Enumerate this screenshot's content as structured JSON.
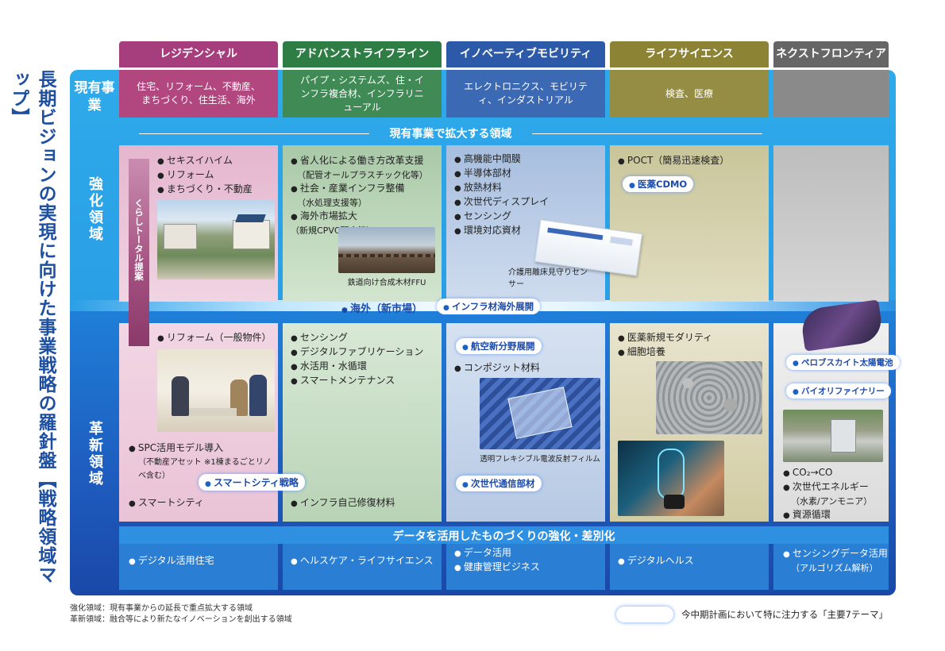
{
  "title": "長期ビジョンの実現に向けた事業戦略の羅針盤【戦略領域マップ】",
  "columns": [
    {
      "label": "レジデンシャル",
      "color": "#a63d7d"
    },
    {
      "label": "アドバンストライフライン",
      "color": "#2e7d45"
    },
    {
      "label": "イノベーティブモビリティ",
      "color": "#2d5aa8"
    },
    {
      "label": "ライフサイエンス",
      "color": "#8c8434"
    },
    {
      "label": "ネクストフロンティア",
      "color": "#666666"
    }
  ],
  "rows": {
    "current": "現有事業",
    "strengthen": "強化領域",
    "innovation": "革新領域"
  },
  "current": {
    "residential": "住宅、リフォーム、不動産、まちづくり、住生活、海外",
    "lifeline": "パイプ・システムズ、住・インフラ複合材、インフラリニューアル",
    "mobility": "エレクトロニクス、モビリティ、インダストリアル",
    "lifescience": "検査、医療",
    "banner": "現有事業で拡大する領域"
  },
  "strengthen": {
    "residential": [
      "セキスイハイム",
      "リフォーム",
      "まちづくり・不動産"
    ],
    "lifeline": [
      {
        "main": "省人化による働き方改革支援",
        "sub": "（配管オールプラスチック化等）"
      },
      {
        "main": "社会・産業インフラ整備",
        "sub": "（水処理支援等）"
      },
      {
        "main": "海外市場拡大",
        "sub": "（新規CPVC配合等）"
      }
    ],
    "lifeline_caption": "鉄道向け合成木材FFU",
    "mobility": [
      "高機能中間膜",
      "半導体部材",
      "放熱材料",
      "次世代ディスプレイ",
      "センシング",
      "環境対応資材"
    ],
    "mobility_caption": "介護用離床見守りセンサー",
    "lifescience": "POCT（簡易迅速検査）",
    "lifescience_pill": "医薬CDMO",
    "vertical_label": "くらしトータル提案"
  },
  "overseas": {
    "label": "海外（新市場）",
    "pill": "インフラ材海外展開"
  },
  "innovation": {
    "residential": "リフォーム（一般物件）",
    "residential_spc": "SPC活用モデル導入",
    "residential_spc_sub": "（不動産アセット ※1棟まるごとリノベ含む）",
    "residential_pill": "スマートシティ戦略",
    "residential_bottom": "スマートシティ",
    "lifeline": [
      "センシング",
      "デジタルファブリケーション",
      "水活用・水循環",
      "スマートメンテナンス"
    ],
    "lifeline_bottom": "インフラ自己修復材料",
    "mobility_pill1": "航空新分野展開",
    "mobility": "コンポジット材料",
    "mobility_caption": "透明フレキシブル電波反射フィルム",
    "mobility_pill2": "次世代通信部材",
    "lifescience": [
      "医薬新規モダリティ",
      "細胞培養"
    ],
    "frontier_pill1": "ペロブスカイト太陽電池",
    "frontier_pill2": "バイオリファイナリー",
    "frontier": [
      {
        "main": "CO₂→CO",
        "sub": ""
      },
      {
        "main": "次世代エネルギー",
        "sub": "（水素/アンモニア）"
      },
      {
        "main": "資源循環",
        "sub": ""
      }
    ]
  },
  "data_band": {
    "banner": "データを活用したものづくりの強化・差別化",
    "residential": "デジタル活用住宅",
    "lifeline": "ヘルスケア・ライフサイエンス",
    "mobility": [
      "データ活用",
      "健康管理ビジネス"
    ],
    "lifescience": "デジタルヘルス",
    "frontier": "センシングデータ活用",
    "frontier_sub": "（アルゴリズム解析）"
  },
  "footnotes": [
    "強化領域：現有事業からの延長で重点拡大する領域",
    "革新領域：融合等により新たなイノベーションを創出する領域"
  ],
  "legend": "今中期計画において特に注力する「主要7テーマ」"
}
